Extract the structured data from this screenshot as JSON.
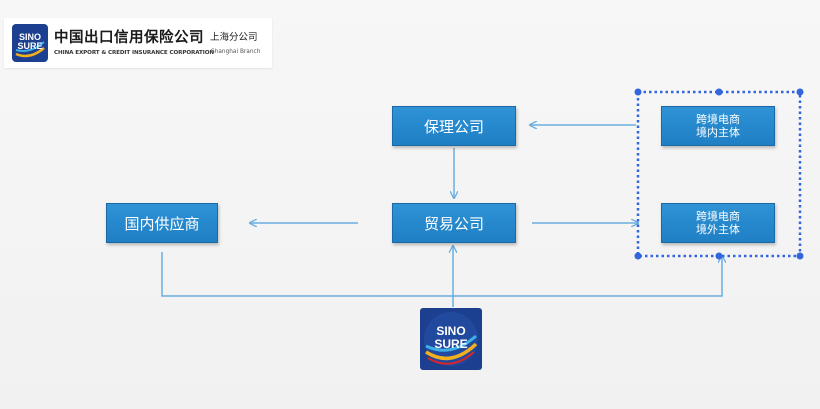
{
  "logo": {
    "name_cn": "中国出口信用保险公司",
    "name_en": "CHINA EXPORT & CREDIT INSURANCE CORPORATION",
    "branch_cn": "上海分公司",
    "branch_en": "Shanghai Branch",
    "mark_line1": "SINO",
    "mark_line2": "SURE"
  },
  "nodes": {
    "factoring": "保理公司",
    "trading": "贸易公司",
    "supplier": "国内供应商",
    "domestic_entity": [
      "跨境电商",
      "境内主体"
    ],
    "overseas_entity": [
      "跨境电商",
      "境外主体"
    ]
  },
  "sinosure": {
    "line1": "SINO",
    "line2": "SURE"
  },
  "colors": {
    "node_fill": "#2a8bd0",
    "arrow": "#6aaee0",
    "selection": "#3366dd",
    "logo_navy": "#1c3f8f"
  }
}
